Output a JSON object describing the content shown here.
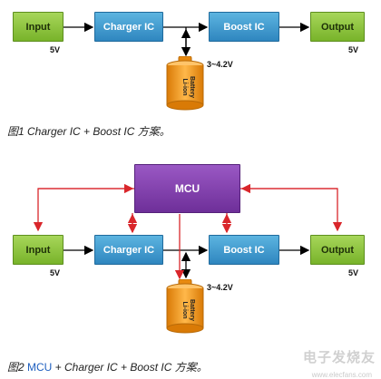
{
  "diagram1": {
    "input": "Input",
    "charger": "Charger IC",
    "boost": "Boost IC",
    "output": "Output",
    "input_voltage": "5V",
    "output_voltage": "5V",
    "battery_voltage": "3~4.2V",
    "battery_label_line1": "Li-ion",
    "battery_label_line2": "Battery",
    "caption": "图1 Charger IC + Boost IC 方案。"
  },
  "diagram2": {
    "mcu": "MCU",
    "input": "Input",
    "charger": "Charger IC",
    "boost": "Boost IC",
    "output": "Output",
    "input_voltage": "5V",
    "output_voltage": "5V",
    "battery_voltage": "3~4.2V",
    "battery_label_line1": "Li-ion",
    "battery_label_line2": "Battery",
    "caption_prefix": "图2 ",
    "caption_link": "MCU",
    "caption_rest": " + Charger IC + Boost IC 方案。"
  },
  "watermark": {
    "text": "电子发烧友",
    "url": "www.elecfans.com"
  },
  "colors": {
    "green": "#8cc63f",
    "blue": "#3a9ad3",
    "purple": "#7f3fad",
    "battery": "#f39c12",
    "red_wire": "#d9262b"
  }
}
